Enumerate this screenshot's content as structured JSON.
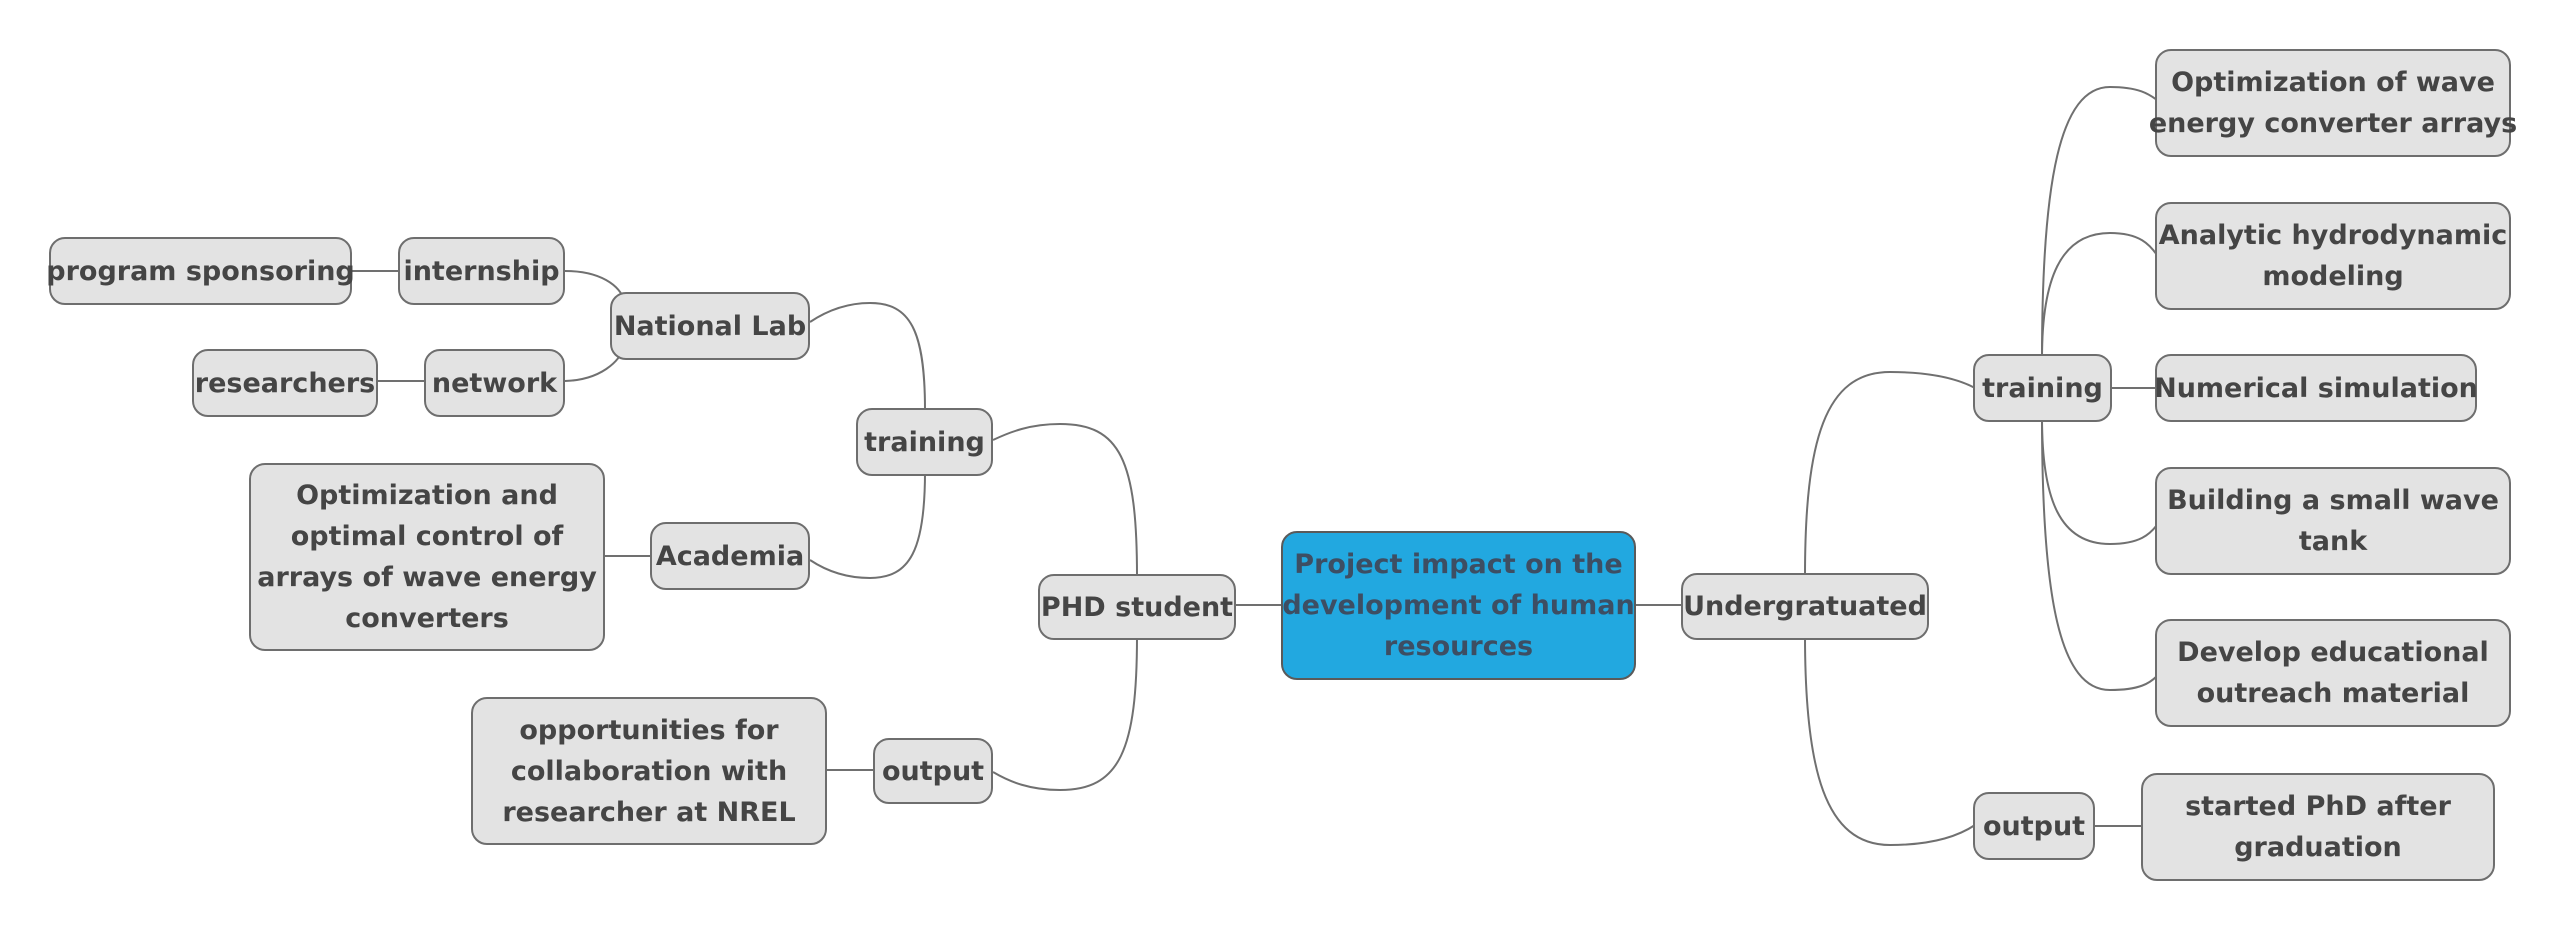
{
  "colors": {
    "root_fill": "#22a8e0",
    "node_fill": "#e3e3e3",
    "border": "#6e6e6e",
    "text": "#454545",
    "line": "#707070"
  },
  "root": {
    "lines": [
      "Project impact on the",
      "development of human",
      "resources"
    ]
  },
  "left": {
    "phd": "PHD student",
    "training": "training",
    "national_lab": "National Lab",
    "internship": "internship",
    "program_sponsoring": "program sponsoring",
    "network": "network",
    "researchers": "researchers",
    "academia": "Academia",
    "academia_detail": [
      "Optimization and",
      "optimal control of",
      "arrays of wave energy",
      "converters"
    ],
    "output": "output",
    "output_detail": [
      "opportunities for",
      "collaboration with",
      "researcher at NREL"
    ]
  },
  "right": {
    "undergrad": "Undergratuated",
    "training": "training",
    "topics": [
      [
        "Optimization of wave",
        "energy converter arrays"
      ],
      [
        "Analytic hydrodynamic",
        "modeling"
      ],
      [
        "Numerical simulation"
      ],
      [
        "Building a small wave",
        "tank"
      ],
      [
        "Develop educational",
        "outreach material"
      ]
    ],
    "output": "output",
    "output_detail": [
      "started PhD after",
      "graduation"
    ]
  }
}
